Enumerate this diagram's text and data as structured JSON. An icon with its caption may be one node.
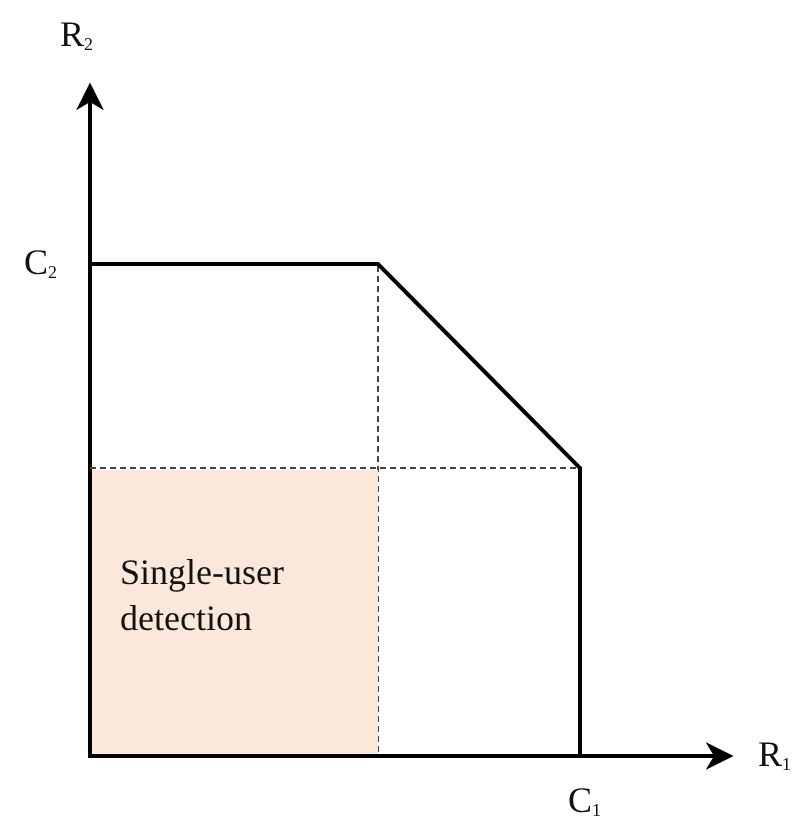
{
  "diagram": {
    "nodes": [
      {
        "text": [
          "Single-user detection"
        ]
      }
    ],
    "labels": [
      "R$_{2}$",
      "C$_{2}$",
      "R$_{1}$",
      "C$_{1}$"
    ]
  }
}
